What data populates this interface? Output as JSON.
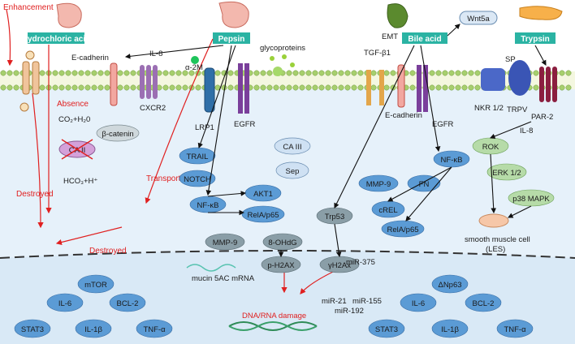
{
  "top_left": {
    "enhancement": "Enhancement",
    "hcl": "Hydrochloric acid",
    "absence": "Absence",
    "destroyed1": "Destroyed",
    "destroyed2": "Destroyed",
    "transported": "Transported"
  },
  "tags": {
    "pepsin": "Pepsin",
    "bile_acid": "Bile acid",
    "trypsin": "Trypsin",
    "wnt5a": "Wnt5a"
  },
  "membrane_labels": {
    "ecadherin_left": "E-cadherin",
    "il8_top": "IL-8",
    "a2m": "α-2M",
    "glycoproteins": "glycoproteins",
    "emt": "EMT",
    "tgfb1": "TGF-β1",
    "sp": "SP",
    "lrp1": "LRP1",
    "egfr_left": "EGFR",
    "cxcr2": "CXCR2",
    "ecadherin_right": "E-cadherin",
    "egfr_right": "EGFR",
    "nkr": "NKR 1/2",
    "trpv": "TRPV",
    "par2": "PAR-2"
  },
  "cytoplasm": {
    "co2": "CO₂+H₂0",
    "ca2": "CA II",
    "hco3": "HCO₃+H⁺",
    "bcatenin": "β-catenin",
    "trail": "TRAIL",
    "notch": "NOTCH",
    "ca3": "CA III",
    "sep": "Sep",
    "nfkb_left": "NF-κB",
    "akt1": "AKT1",
    "relap65_left": "RelA/p65",
    "mmp9_mid": "MMP-9",
    "ohdg": "8-OHdG",
    "trp53": "Trp53",
    "mmp9_right": "MMP-9",
    "fn": "FN",
    "nfkb_right": "NF-κB",
    "crel": "cREL",
    "relap65_right": "RelA/p65",
    "rok": "ROK",
    "il8_right": "IL-8",
    "erk": "ERK 1/2",
    "p38": "p38 MAPK",
    "smooth": "smooth muscle cell",
    "les": "(LES)",
    "ph2ax": "p-H2AX",
    "gh2ax": "γH2Ax",
    "mucin": "mucin 5AC mRNA",
    "dna": "DNA/RNA damage",
    "mir375": "miR-375",
    "mir21": "miR-21",
    "mir155": "miR-155",
    "mir192": "miR-192"
  },
  "nucleus_left": [
    "mTOR",
    "IL-6",
    "BCL-2",
    "STAT3",
    "IL-1β",
    "TNF-α"
  ],
  "nucleus_right": [
    "ΔNp63",
    "IL-6",
    "BCL-2",
    "STAT3",
    "IL-1β",
    "TNF-α"
  ],
  "colors": {
    "teal": "#2bb3a3",
    "red": "#e02020",
    "blue": "#5b9bd5",
    "green": "#b6dba8",
    "gray": "#8a9ea7"
  }
}
